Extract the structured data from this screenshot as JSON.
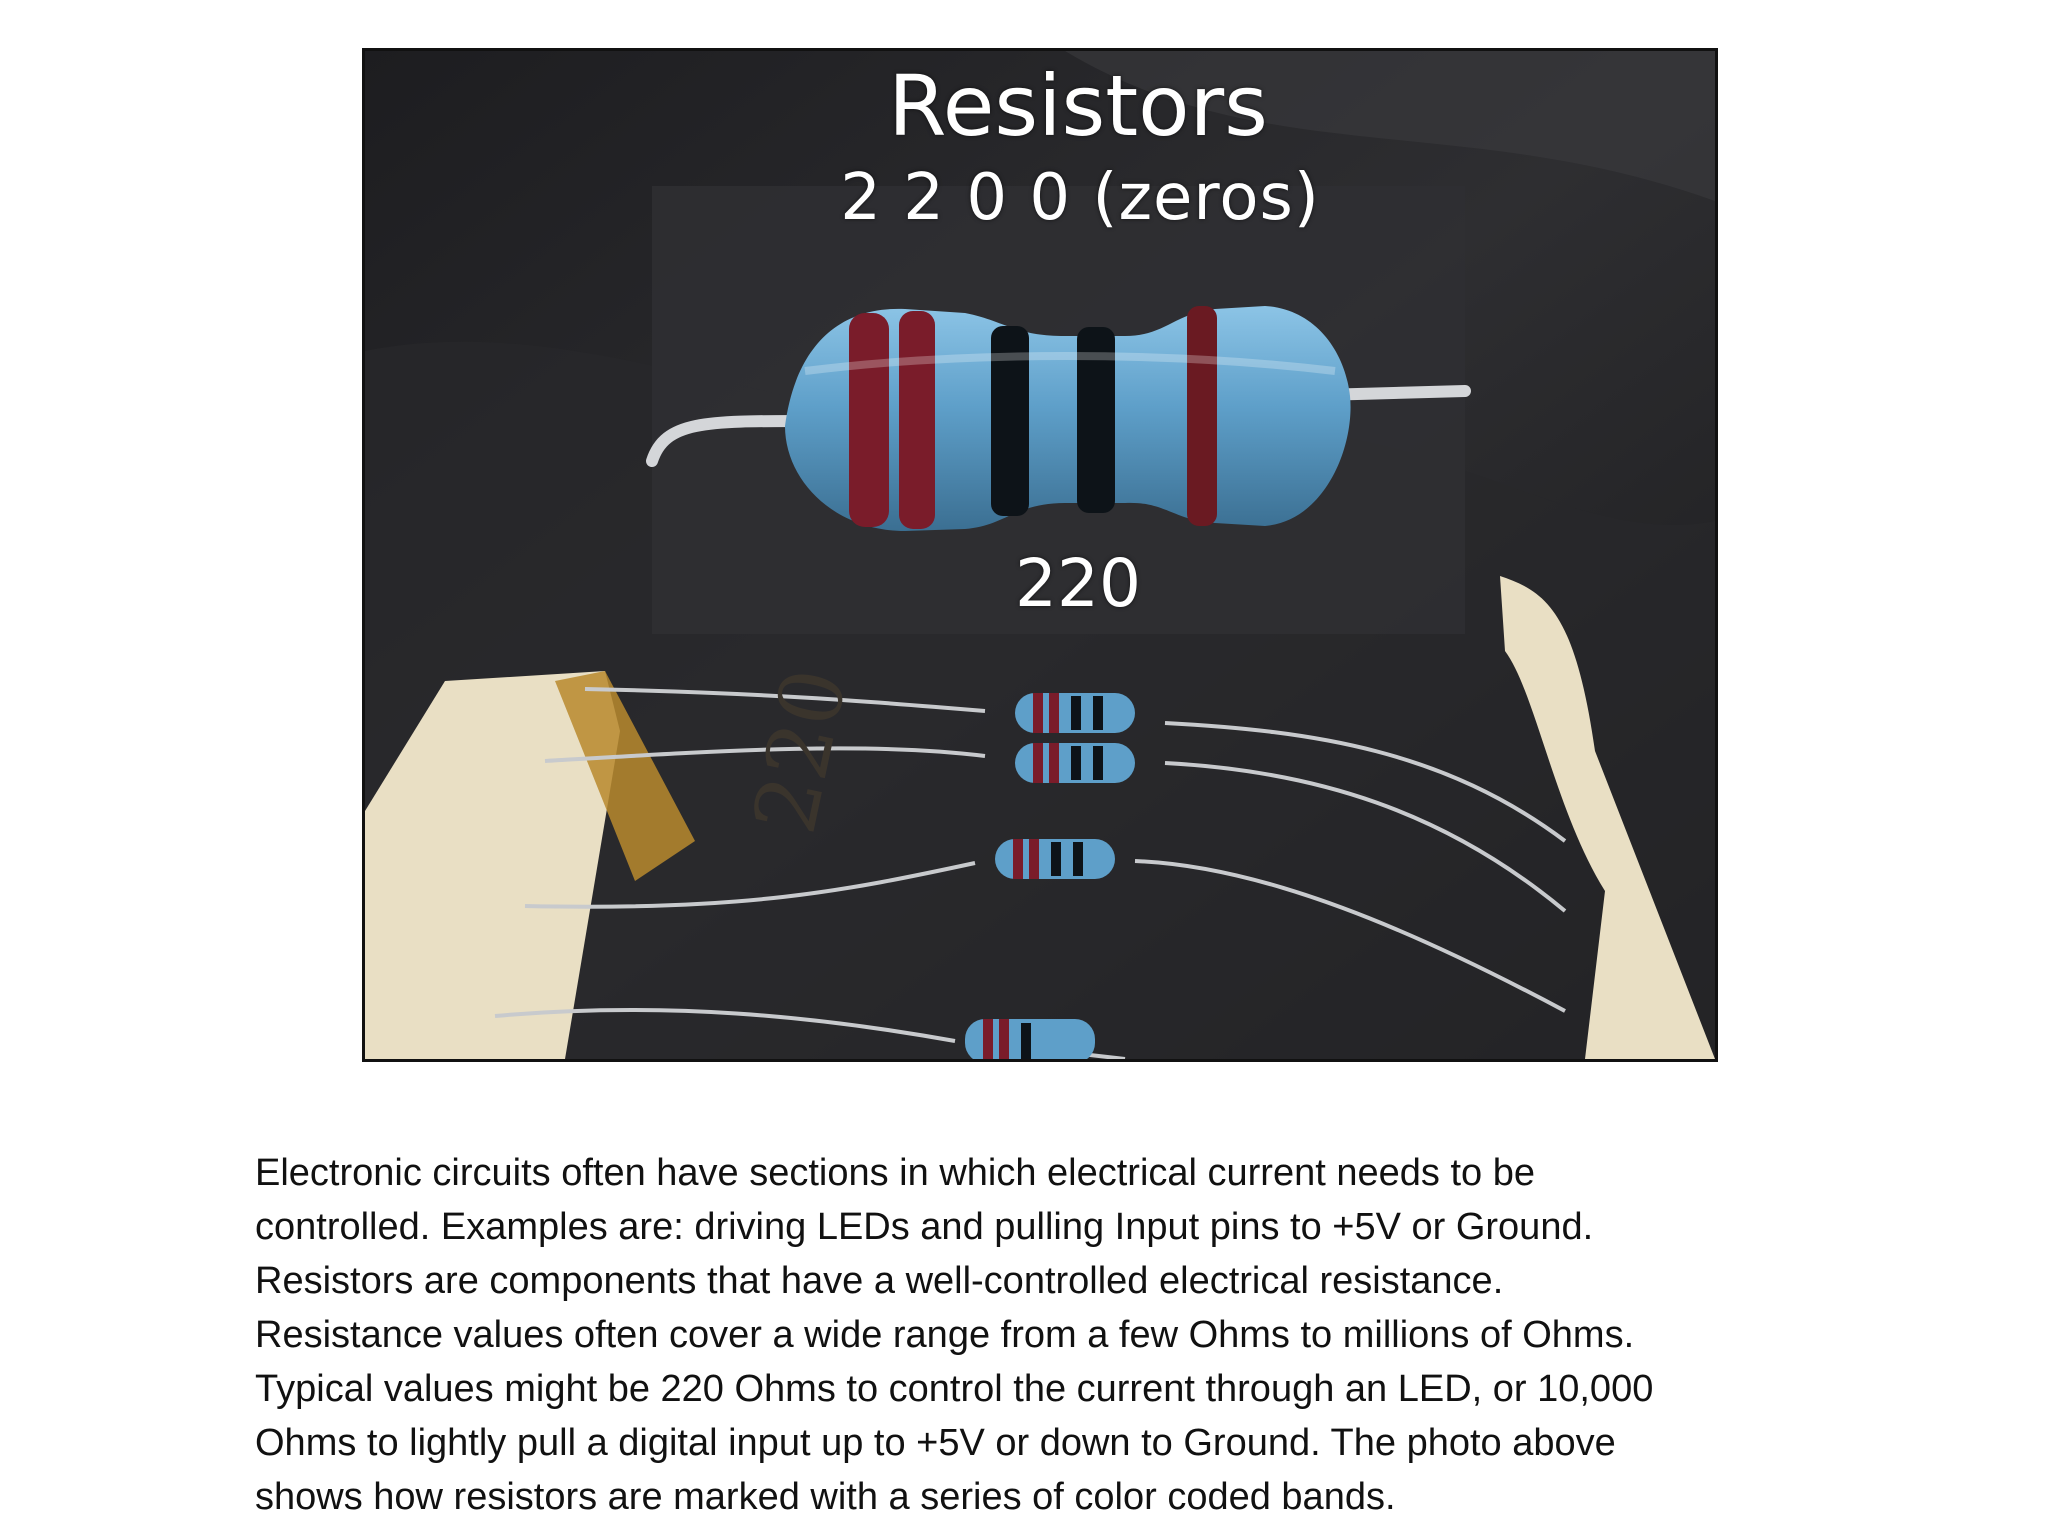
{
  "photo": {
    "title": "Resistors",
    "band_code": "2 2  0  0 (zeros)",
    "value": "220",
    "tape_label": "220",
    "colors": {
      "background": "#232325",
      "resistor_body": "#5e9fc9",
      "band_red": "#7a1c2a",
      "band_black": "#0d1318",
      "lead_wire": "#c8cacd",
      "tape": "#e9dfc4"
    }
  },
  "description": {
    "lines": [
      "Electronic circuits often have sections in which electrical current needs to be",
      "controlled. Examples are: driving LEDs and pulling Input pins to +5V or Ground.",
      "Resistors are components that have a well-controlled electrical resistance.",
      "Resistance values often cover a wide range from a few Ohms to millions of Ohms.",
      "Typical values might be 220 Ohms to control the current through an LED, or 10,000",
      "Ohms to lightly pull a digital input up to +5V or down to Ground. The photo above",
      "shows how resistors are marked with a series of color coded bands."
    ]
  }
}
